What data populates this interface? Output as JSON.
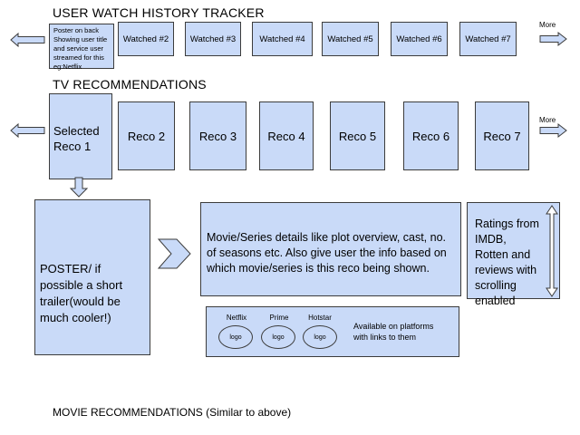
{
  "history": {
    "title": "USER WATCH HISTORY TRACKER",
    "first_card": "Poster on back Showing user title and service user streamed for this eg:Netflix",
    "cards": [
      "Watched #2",
      "Watched #3",
      "Watched #4",
      "Watched #5",
      "Watched #6",
      "Watched #7"
    ],
    "more_label": "More"
  },
  "tv": {
    "title": "TV RECOMMENDATIONS",
    "selected": "Selected Reco 1",
    "cards": [
      "Reco 2",
      "Reco 3",
      "Reco 4",
      "Reco 5",
      "Reco 6",
      "Reco 7"
    ],
    "more_label": "More"
  },
  "detail": {
    "poster": "POSTER/ if possible a short trailer(would be much cooler!)",
    "description": "Movie/Series details like plot overview, cast, no. of seasons etc. Also give user the info based on which movie/series is this reco being shown.",
    "ratings": "Ratings from IMDB, Rotten and reviews with scrolling enabled",
    "platforms": [
      {
        "name": "Netflix",
        "logo": "logo"
      },
      {
        "name": "Prime",
        "logo": "logo"
      },
      {
        "name": "Hotstar",
        "logo": "logo"
      }
    ],
    "platforms_note": "Available on platforms with links to them"
  },
  "movies": {
    "title": "MOVIE RECOMMENDATIONS (Similar to above)"
  },
  "colors": {
    "fill": "#c9daf8",
    "stroke": "#3c3c3c"
  }
}
